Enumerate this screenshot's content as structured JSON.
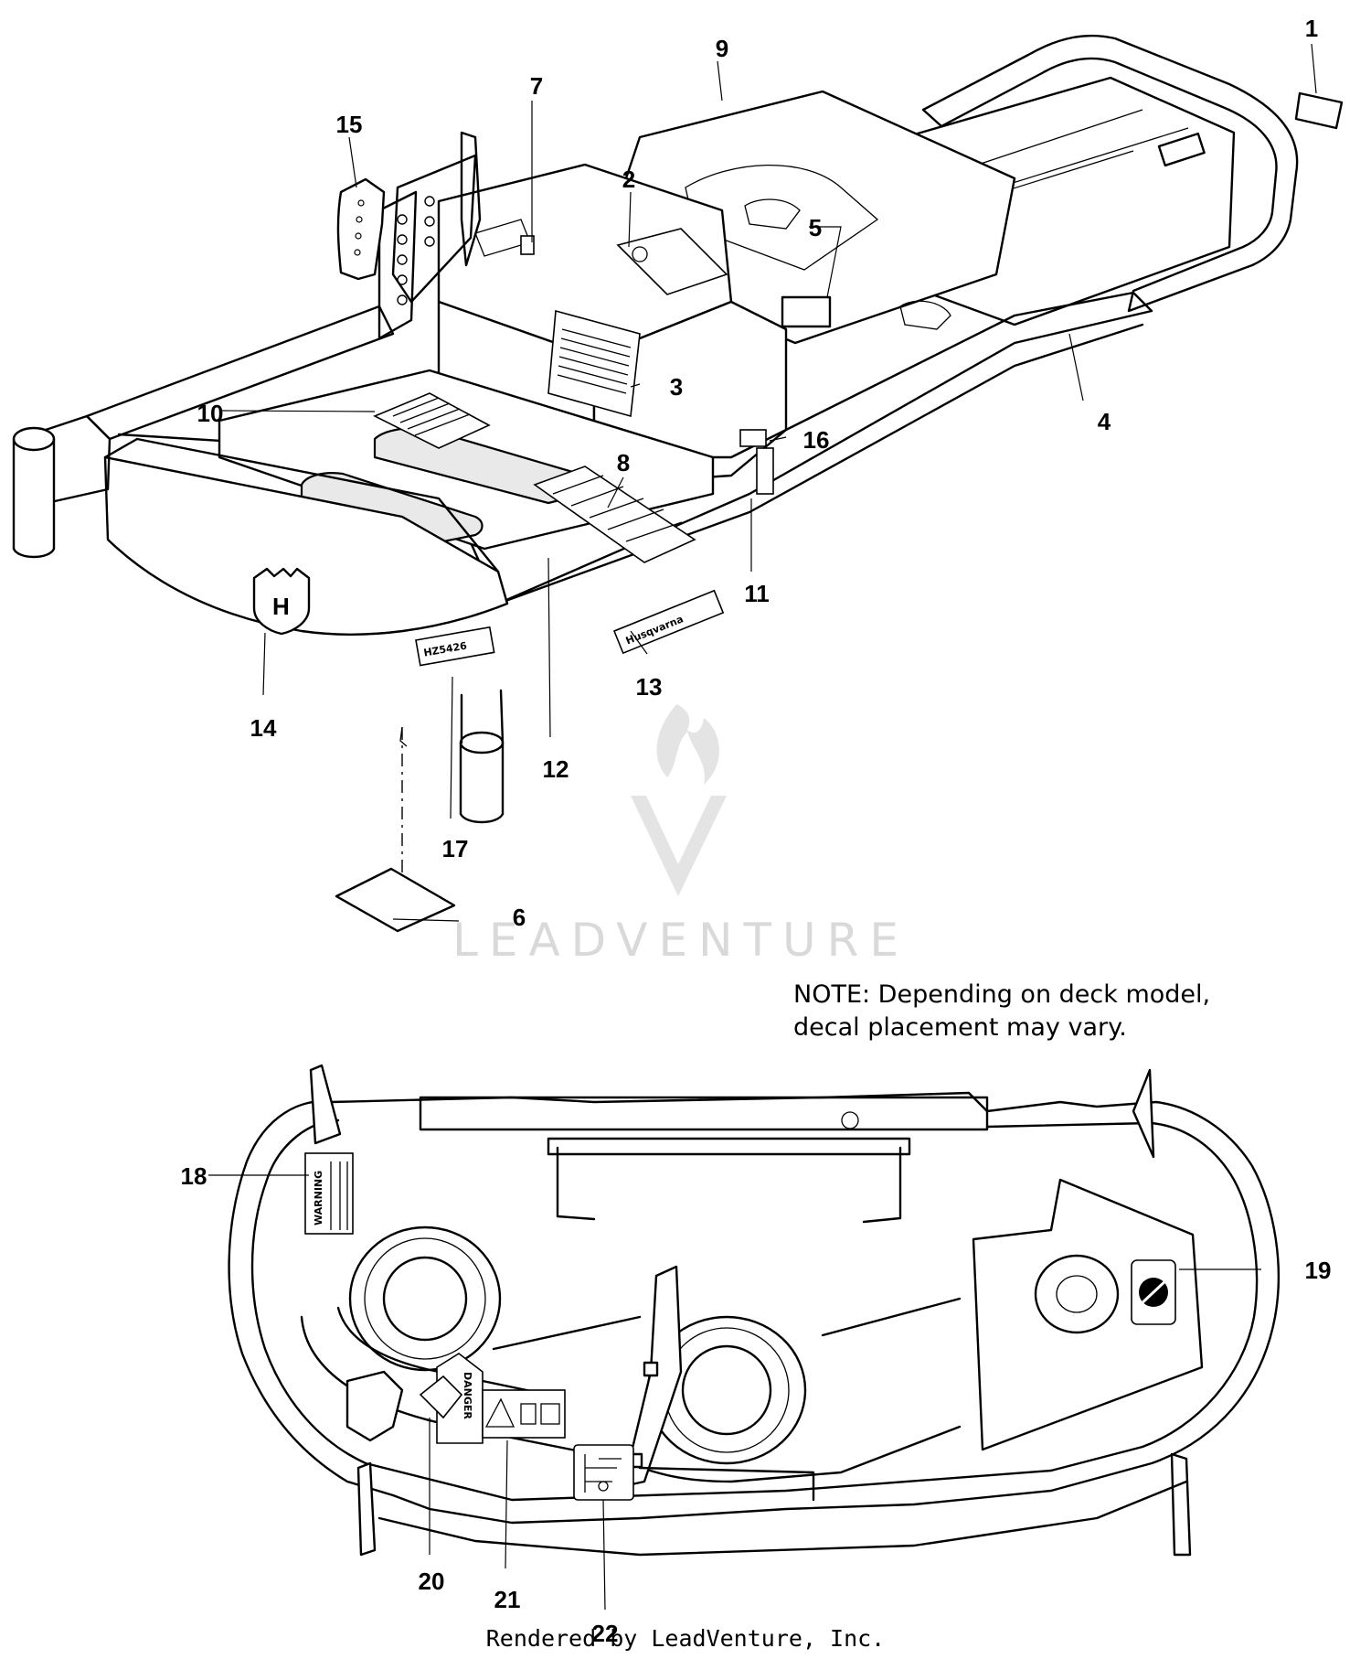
{
  "callouts": [
    {
      "label": "1"
    },
    {
      "label": "2"
    },
    {
      "label": "3"
    },
    {
      "label": "4"
    },
    {
      "label": "5"
    },
    {
      "label": "6"
    },
    {
      "label": "7"
    },
    {
      "label": "8"
    },
    {
      "label": "9"
    },
    {
      "label": "10"
    },
    {
      "label": "11"
    },
    {
      "label": "12"
    },
    {
      "label": "13"
    },
    {
      "label": "14"
    },
    {
      "label": "15"
    },
    {
      "label": "16"
    },
    {
      "label": "17"
    },
    {
      "label": "18"
    },
    {
      "label": "19"
    },
    {
      "label": "20"
    },
    {
      "label": "21"
    },
    {
      "label": "22"
    }
  ],
  "note": {
    "line1": "NOTE: Depending on deck model,",
    "line2": "decal placement may vary."
  },
  "footer": "Rendered by LeadVenture, Inc.",
  "watermark": "LEADVENTURE",
  "decals": {
    "brand": "Husqvarna",
    "model": "HZ5426",
    "warning": "WARNING",
    "danger": "DANGER"
  },
  "colors": {
    "line": "#000000",
    "background": "#ffffff",
    "watermark": "#d9d9d9"
  }
}
